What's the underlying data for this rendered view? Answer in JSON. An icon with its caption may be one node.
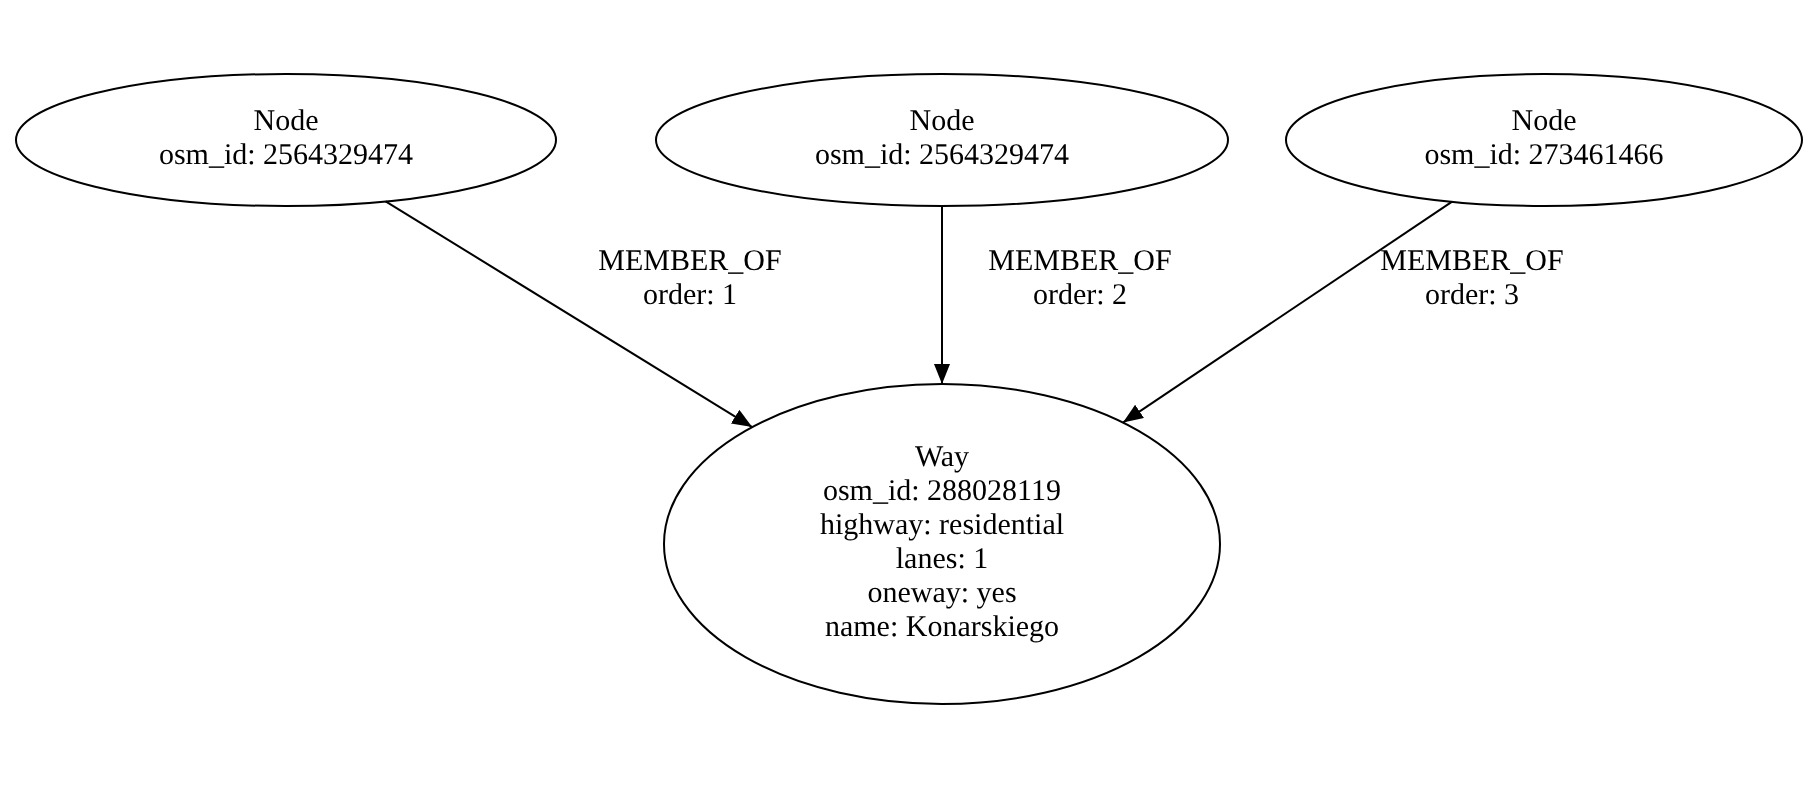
{
  "diagram": {
    "nodes": [
      {
        "text": [
          "Node",
          "osm_id: 2564329474"
        ]
      },
      {
        "text": [
          "Node",
          "osm_id: 2564329474"
        ]
      },
      {
        "text": [
          "Node",
          "osm_id: 273461466"
        ]
      },
      {
        "text": [
          "Way",
          "osm_id: 288028119",
          "highway: residential",
          "lanes: 1",
          "oneway: yes",
          "name: Konarskiego"
        ]
      }
    ],
    "edges": [
      {
        "from": 0,
        "to": 3,
        "arrow": "to",
        "label": "MEMBER_OF order: 1"
      },
      {
        "from": 1,
        "to": 3,
        "arrow": "to",
        "label": "MEMBER_OF order: 2"
      },
      {
        "from": 2,
        "to": 3,
        "arrow": "to",
        "label": "MEMBER_OF order: 3"
      }
    ]
  }
}
